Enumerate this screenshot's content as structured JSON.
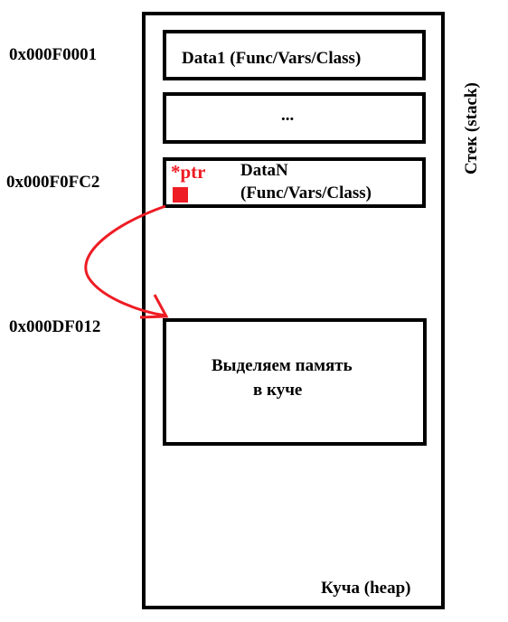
{
  "addresses": [
    "0x000F0001",
    "0x000F0FC2",
    "0x000DF012"
  ],
  "stack": {
    "label": "Стек (stack)",
    "blocks": [
      "Data1 (Func/Vars/Class)",
      "...",
      "DataN",
      "(Func/Vars/Class)"
    ]
  },
  "pointer": {
    "label": "*ptr",
    "color": "#ee1c24"
  },
  "heap": {
    "label": "Куча (heap)",
    "alloc_line1": "Выделяем память",
    "alloc_line2": "в куче"
  }
}
